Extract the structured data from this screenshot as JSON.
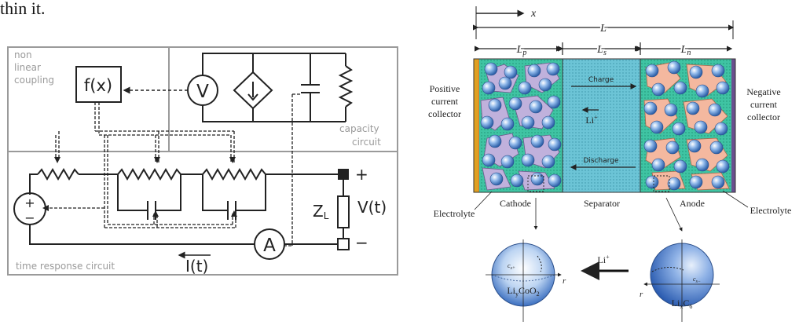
{
  "top_fragment": "thin it.",
  "circuit": {
    "section_nonlinear": [
      "non",
      "linear",
      "coupling"
    ],
    "section_capacity": [
      "capacity",
      "circuit"
    ],
    "section_time": "time response circuit",
    "fx_label": "f(x)",
    "voltmeter_label": "V",
    "ammeter_label": "A",
    "plus": "+",
    "minus": "−",
    "zl_main": "Z",
    "zl_sub": "L",
    "vt_label": "V(t)",
    "it_label": "I(t)",
    "source_plus": "+",
    "source_minus": "−"
  },
  "battery": {
    "x_label": "x",
    "L_label": "L",
    "Lp_label": "L",
    "Lp_sub": "p",
    "Ls_label": "L",
    "Ls_sub": "s",
    "Ln_label": "L",
    "Ln_sub": "n",
    "pos_collector": [
      "Positive",
      "current",
      "collector"
    ],
    "neg_collector": [
      "Negative",
      "current",
      "collector"
    ],
    "charge": "Charge",
    "discharge": "Discharge",
    "li_ion": "Li",
    "li_sup": "+",
    "cathode": "Cathode",
    "separator": "Separator",
    "anode": "Anode",
    "electrolyte_left": "Electrolyte",
    "electrolyte_right": "Electrolyte",
    "cs_plus": "c",
    "cs_plus_sub": "s+",
    "cs_minus": "c",
    "cs_minus_sub": "s−",
    "r_axis": "r",
    "licoo2": [
      "Li",
      "y",
      "CoO",
      "2"
    ],
    "lic6": [
      "Li",
      "x",
      "C",
      "6"
    ],
    "li_transfer": "Li",
    "li_transfer_sup": "+"
  },
  "colors": {
    "frame": "#9a9a9a",
    "cathode_fill": "#2ec79b",
    "cathode_particle": "#b8a8d6",
    "separator_fill": "#5fbfd0",
    "anode_fill": "#2ec79b",
    "anode_particle": "#f2b49a",
    "sphere": "#3b78c8",
    "collector_pos": "#e0a020",
    "collector_neg": "#6a4f8f"
  }
}
